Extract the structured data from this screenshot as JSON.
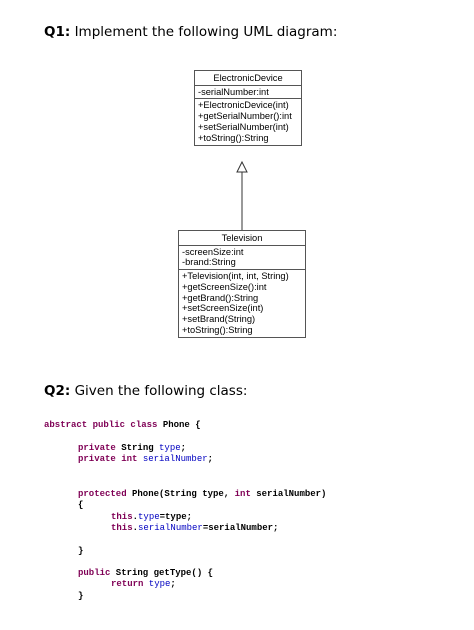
{
  "q1": {
    "label": "Q1:",
    "text": " Implement the following UML diagram:"
  },
  "q2": {
    "label": "Q2:",
    "text": " Given the following class:"
  },
  "uml": {
    "electronic_device": {
      "name": "ElectronicDevice",
      "attributes": [
        "-serialNumber:int"
      ],
      "methods": [
        "+ElectronicDevice(int)",
        "+getSerialNumber():int",
        "+setSerialNumber(int)",
        "+toString():String"
      ]
    },
    "television": {
      "name": "Television",
      "attributes": [
        "-screenSize:int",
        "-brand:String"
      ],
      "methods": [
        "+Television(int, int, String)",
        "+getScreenSize():int",
        "+getBrand():String",
        "+setScreenSize(int)",
        "+setBrand(String)",
        "+toString():String"
      ]
    }
  },
  "code": {
    "class_decl": {
      "kw": "abstract public class",
      "rest": " Phone {"
    },
    "field1": {
      "kw": "private",
      "type": " String ",
      "name": "type",
      "end": ";"
    },
    "field2": {
      "kw": "private int",
      "name": " serialNumber",
      "end": ";"
    },
    "ctor": {
      "kw": "protected",
      "rest": " Phone(String type, ",
      "kw2": "int",
      "rest2": " serialNumber)"
    },
    "open1": "{",
    "assign1": {
      "kw": "this",
      "dot": ".",
      "fld": "type",
      "rest": "=type;"
    },
    "assign2": {
      "kw": "this",
      "dot": ".",
      "fld": "serialNumber",
      "rest": "=serialNumber;"
    },
    "close1": "}",
    "method": {
      "kw": "public",
      "rest": " String getType() {"
    },
    "ret": {
      "kw": "return",
      "fld": " type",
      "end": ";"
    },
    "close2": "}"
  }
}
